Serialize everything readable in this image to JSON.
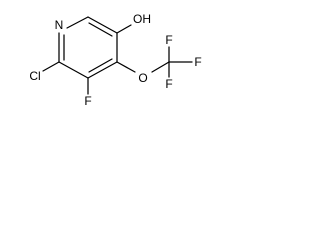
{
  "structure": {
    "atoms": {
      "nitrogen": "N",
      "hydroxyl": "OH",
      "chlorine": "Cl",
      "fluorine_ring": "F",
      "ether_oxygen": "O",
      "fluorine_top": "F",
      "fluorine_right": "F",
      "fluorine_bottom": "F"
    }
  }
}
